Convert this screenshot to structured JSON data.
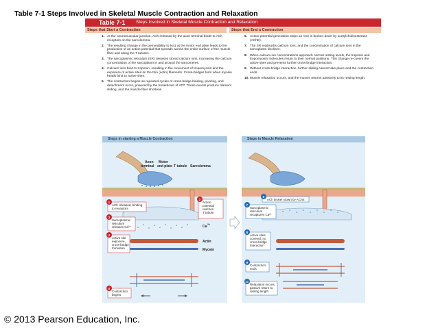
{
  "slide": {
    "title": "Table 7-1  Steps Involved in Skeletal Muscle Contraction and Relaxation",
    "copyright": "© 2013 Pearson Education, Inc."
  },
  "table": {
    "number": "Table 7-1",
    "title": "Steps Involved in Skeletal Muscle Contraction and Relaxation",
    "col_left": "Steps that Start a Contraction",
    "col_right": "Steps that End a Contraction",
    "steps_left": [
      {
        "n": "1.",
        "text": "At the neuromuscular junction, ACh released by the axon terminal binds to ACh receptors on the sarcolemma."
      },
      {
        "n": "2.",
        "text": "The resulting change in the permeability to Na1 at the motor end plate leads to the production of an action potential that spreads across the entire surface of the muscle fiber and along the T tubules."
      },
      {
        "n": "3.",
        "text": "The sarcoplasmic reticulum (SR) releases stored calcium ions, increasing the calcium concentration of the sarcoplasm in and around the sarcomeres."
      },
      {
        "n": "4.",
        "text": "Calcium ions bind to troponin, resulting in the movement of tropomyosin and the exposure of active sites on the thin (actin) filaments. Cross-bridges form when myosin heads bind to active sites."
      },
      {
        "n": "5.",
        "text": "The contraction begins as repeated cycles of cross-bridge binding, pivoting, and detachment occur, powered by the breakdown of ATP. These events produce filament sliding, and the muscle fiber shortens."
      }
    ],
    "steps_right": [
      {
        "n": "6.",
        "text": "Action potential generation stops as ACh is broken down by acetylcholinesterase (AChE)."
      },
      {
        "n": "7.",
        "text": "The SR reabsorbs calcium ions, and the concentration of calcium ions in the sarcoplasm declines."
      },
      {
        "n": "8.",
        "text": "When calcium ion concentrations approach normal resting levels, the troponin and tropomyosin molecules return to their normal positions. This change re-covers the active sites and prevents further cross-bridge interaction."
      },
      {
        "n": "9.",
        "text": "Without cross-bridge interaction, further sliding cannot take place and the contraction ends."
      },
      {
        "n": "10.",
        "text": "Muscle relaxation occurs, and the muscle returns passively to its resting length."
      }
    ]
  },
  "panel_left": {
    "title": "Steps in starting a Muscle Contraction",
    "labels": {
      "axon": "Axon",
      "terminal": "terminal",
      "motor": "Motor",
      "end_plate": "end plate",
      "t_tubule": "T tubule",
      "sarcolemma": "Sarcolemma",
      "ca": "Ca",
      "ca_sup": "2+",
      "actin": "Actin",
      "myosin": "Myosin"
    },
    "callouts": [
      {
        "num": "1",
        "line1": "ACh released, binding",
        "line2": "to receptors",
        "line3": ""
      },
      {
        "num": "2",
        "line1": "Action",
        "line2": "potential",
        "line3": "reaches",
        "line4": "T tubule"
      },
      {
        "num": "3",
        "line1": "Sarcoplasmic",
        "line2": "reticulum",
        "line3": "releases Ca²⁺"
      },
      {
        "num": "4",
        "line1": "Active site",
        "line2": "exposure,",
        "line3": "cross-bridge",
        "line4": "formation"
      },
      {
        "num": "5",
        "line1": "Contraction",
        "line2": "begins"
      }
    ]
  },
  "panel_right": {
    "title": "Steps in Muscle Relaxation",
    "callouts": [
      {
        "num": "6",
        "line1": "ACh broken down by AChE"
      },
      {
        "num": "7",
        "line1": "Sarcoplasmic",
        "line2": "reticulum",
        "line3": "recaptures Ca²⁺"
      },
      {
        "num": "8",
        "line1": "Active sites",
        "line2": "covered, no",
        "line3": "cross-bridge",
        "line4": "interaction"
      },
      {
        "num": "9",
        "line1": "Contraction",
        "line2": "ends"
      },
      {
        "num": "10",
        "line1": "Relaxation occurs,",
        "line2": "passive return to",
        "line3": "resting length"
      }
    ]
  },
  "colors": {
    "table_header": "#c9262d",
    "column_header": "#f2c4a8",
    "panel_bg": "#e3eff8",
    "panel_header": "#a9c8e2",
    "callout_number": "#c9262d",
    "callout_number_right": "#2b6cb4",
    "membrane": "#c9b77a",
    "sarcoplasm": "#e9a88c",
    "axon": "#d9b48a",
    "axon_terminal": "#7aa6d8",
    "actin": "#c45a3c",
    "myosin": "#4a6fb5"
  }
}
